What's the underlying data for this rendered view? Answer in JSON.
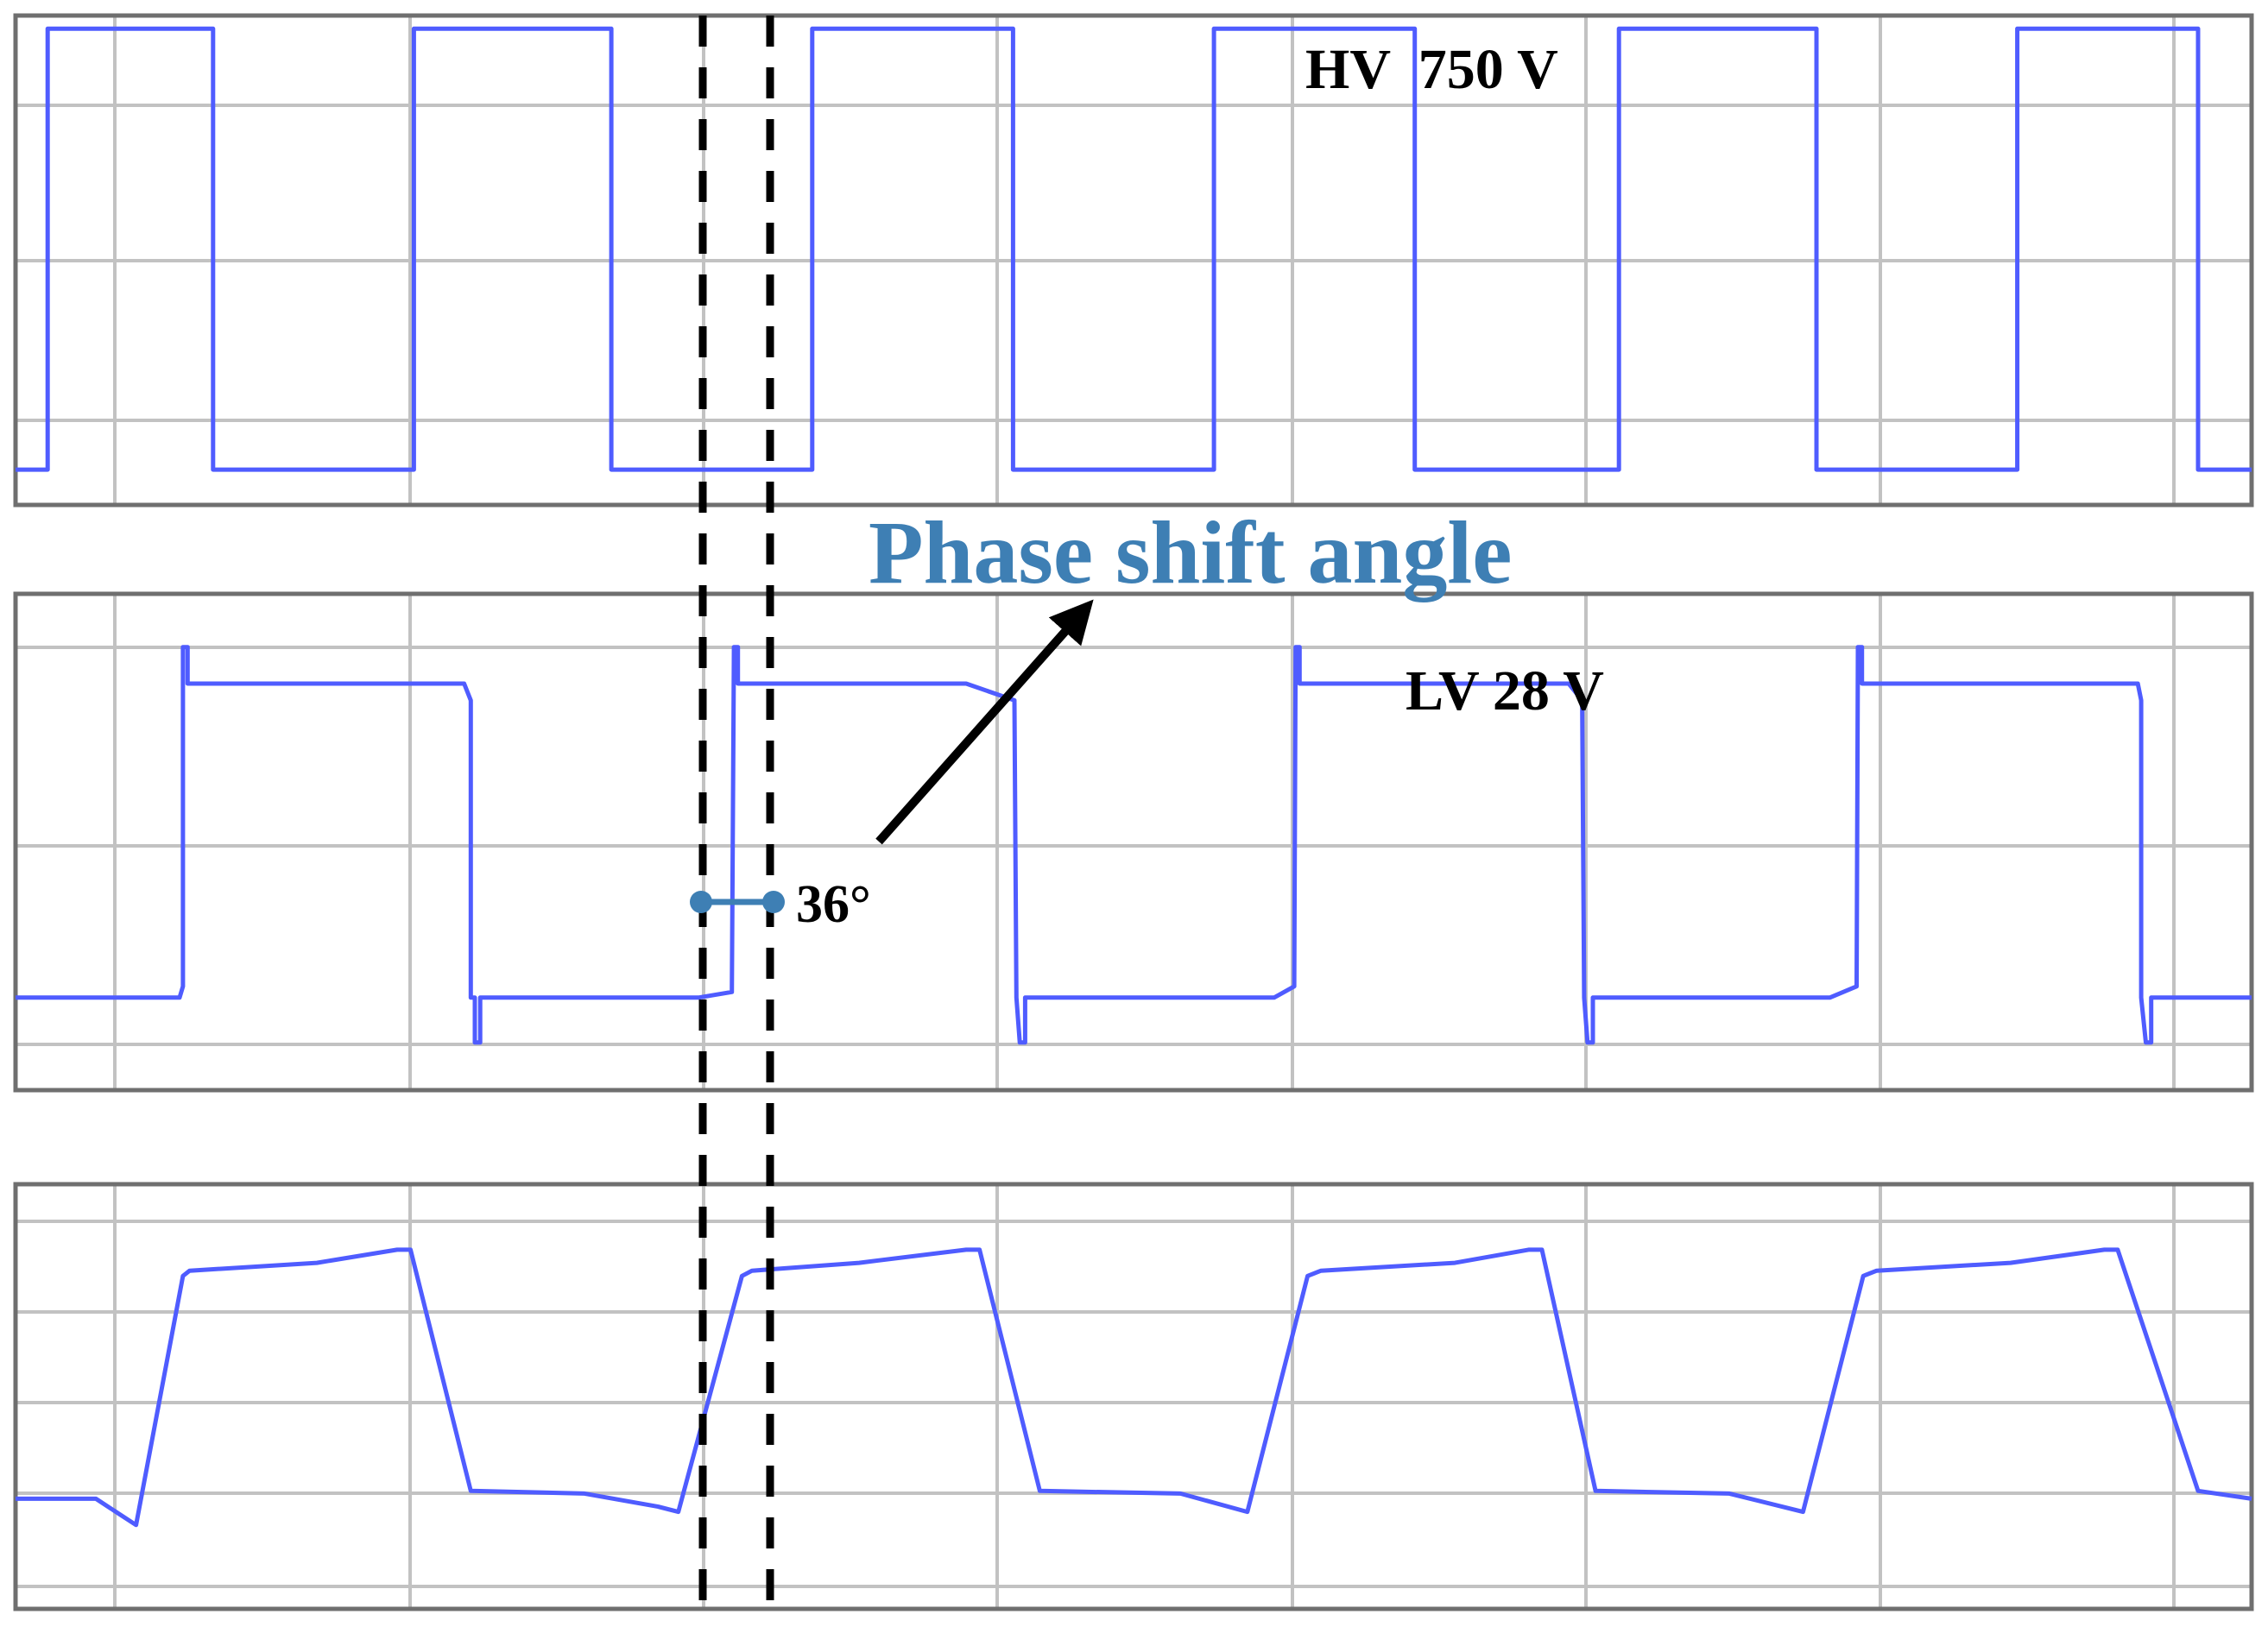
{
  "colors": {
    "trace": "#4f5cff",
    "frame": "#6f6f6f",
    "grid": "#c2c2c2",
    "cursor": "#000000",
    "annotation": "#3e7fb4",
    "text": "#000000"
  },
  "labels": {
    "hv": "HV  750 V",
    "lv": "LV 28 V",
    "phase_shift": "Phase shift angle",
    "angle": "36°"
  },
  "chart_data": [
    {
      "type": "line",
      "series": [
        {
          "name": "HV 750 V",
          "points": [
            [
              0,
              0
            ],
            [
              0.48,
              0
            ],
            [
              0.48,
              1
            ],
            [
              2.95,
              1
            ],
            [
              2.95,
              0
            ],
            [
              5.95,
              0
            ],
            [
              5.95,
              1
            ],
            [
              8.9,
              1
            ],
            [
              8.9,
              0
            ],
            [
              11.9,
              0
            ],
            [
              11.9,
              1
            ],
            [
              14.9,
              1
            ],
            [
              14.9,
              0
            ],
            [
              17.9,
              0
            ],
            [
              17.9,
              1
            ],
            [
              20.9,
              1
            ],
            [
              20.9,
              0
            ],
            [
              23.95,
              0
            ],
            [
              23.95,
              1
            ],
            [
              26.9,
              1
            ],
            [
              26.9,
              0
            ],
            [
              29.9,
              0
            ],
            [
              29.9,
              1
            ],
            [
              32.6,
              1
            ],
            [
              32.6,
              0
            ],
            [
              33.4,
              0
            ]
          ]
        }
      ],
      "xlim": [
        0,
        33.4
      ],
      "ylim": [
        -0.08,
        1.03
      ],
      "grid": true
    },
    {
      "type": "line",
      "series": [
        {
          "name": "LV 28 V",
          "points": [
            [
              0,
              -0.22
            ],
            [
              1.2,
              -0.22
            ],
            [
              2.45,
              -0.22
            ],
            [
              2.5,
              -0.18
            ],
            [
              2.5,
              1.03
            ],
            [
              2.57,
              1.03
            ],
            [
              2.57,
              0.9
            ],
            [
              6.0,
              0.9
            ],
            [
              6.7,
              0.9
            ],
            [
              6.8,
              0.84
            ],
            [
              6.8,
              -0.22
            ],
            [
              6.86,
              -0.22
            ],
            [
              6.86,
              -0.38
            ],
            [
              6.94,
              -0.38
            ],
            [
              6.94,
              -0.22
            ],
            [
              8.5,
              -0.22
            ],
            [
              10.2,
              -0.22
            ],
            [
              10.7,
              -0.2
            ],
            [
              10.73,
              1.03
            ],
            [
              10.79,
              1.03
            ],
            [
              10.79,
              0.9
            ],
            [
              14.2,
              0.9
            ],
            [
              14.92,
              0.84
            ],
            [
              14.95,
              -0.22
            ],
            [
              15.0,
              -0.38
            ],
            [
              15.08,
              -0.38
            ],
            [
              15.08,
              -0.22
            ],
            [
              18.8,
              -0.22
            ],
            [
              19.1,
              -0.18
            ],
            [
              19.12,
              1.03
            ],
            [
              19.18,
              1.03
            ],
            [
              19.18,
              0.9
            ],
            [
              23.2,
              0.9
            ],
            [
              23.4,
              0.84
            ],
            [
              23.43,
              -0.22
            ],
            [
              23.48,
              -0.38
            ],
            [
              23.56,
              -0.38
            ],
            [
              23.56,
              -0.22
            ],
            [
              27.1,
              -0.22
            ],
            [
              27.5,
              -0.18
            ],
            [
              27.52,
              1.03
            ],
            [
              27.58,
              1.03
            ],
            [
              27.58,
              0.9
            ],
            [
              31.0,
              0.9
            ],
            [
              31.7,
              0.9
            ],
            [
              31.75,
              0.84
            ],
            [
              31.75,
              -0.22
            ],
            [
              31.82,
              -0.38
            ],
            [
              31.9,
              -0.38
            ],
            [
              31.9,
              -0.22
            ],
            [
              33.4,
              -0.22
            ]
          ]
        }
      ],
      "xlim": [
        0,
        33.4
      ],
      "ylim": [
        -0.55,
        1.22
      ],
      "grid": true
    },
    {
      "type": "line",
      "series": [
        {
          "points": [
            [
              0,
              0.1
            ],
            [
              1.2,
              0.1
            ],
            [
              1.5,
              0.05
            ],
            [
              1.8,
              0.0
            ],
            [
              2.5,
              0.95
            ],
            [
              2.6,
              0.97
            ],
            [
              4.5,
              1.0
            ],
            [
              5.7,
              1.05
            ],
            [
              5.9,
              1.05
            ],
            [
              6.8,
              0.13
            ],
            [
              8.5,
              0.12
            ],
            [
              9.6,
              0.07
            ],
            [
              9.9,
              0.05
            ],
            [
              10.85,
              0.95
            ],
            [
              11.0,
              0.97
            ],
            [
              12.6,
              1.0
            ],
            [
              14.2,
              1.05
            ],
            [
              14.4,
              1.05
            ],
            [
              15.3,
              0.13
            ],
            [
              17.4,
              0.12
            ],
            [
              18.4,
              0.05
            ],
            [
              19.3,
              0.95
            ],
            [
              19.5,
              0.97
            ],
            [
              21.5,
              1.0
            ],
            [
              22.6,
              1.05
            ],
            [
              22.8,
              1.05
            ],
            [
              23.6,
              0.13
            ],
            [
              25.6,
              0.12
            ],
            [
              26.7,
              0.05
            ],
            [
              27.6,
              0.95
            ],
            [
              27.8,
              0.97
            ],
            [
              29.8,
              1.0
            ],
            [
              31.2,
              1.05
            ],
            [
              31.4,
              1.05
            ],
            [
              32.6,
              0.13
            ],
            [
              33.4,
              0.1
            ]
          ]
        }
      ],
      "xlim": [
        0,
        33.4
      ],
      "ylim": [
        -0.32,
        1.3
      ],
      "grid": true
    }
  ]
}
